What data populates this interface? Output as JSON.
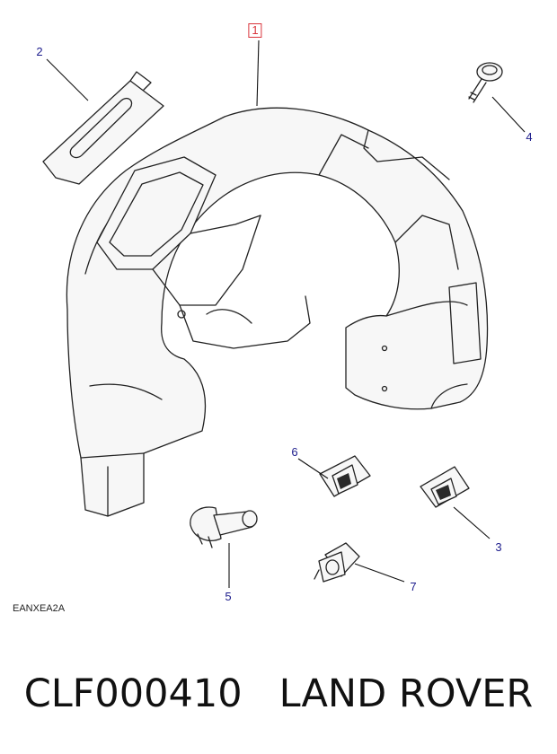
{
  "diagram": {
    "callouts": [
      {
        "id": "1",
        "label": "1",
        "highlighted": true
      },
      {
        "id": "2",
        "label": "2",
        "highlighted": false
      },
      {
        "id": "3",
        "label": "3",
        "highlighted": false
      },
      {
        "id": "4",
        "label": "4",
        "highlighted": false
      },
      {
        "id": "5",
        "label": "5",
        "highlighted": false
      },
      {
        "id": "6",
        "label": "6",
        "highlighted": false
      },
      {
        "id": "7",
        "label": "7",
        "highlighted": false
      }
    ],
    "ref_code": "EANXEA2A"
  },
  "caption": {
    "part_number": "CLF000410",
    "brand": "LAND ROVER"
  },
  "colors": {
    "callout_text": "#1c1c8c",
    "highlight_box": "#d9353c",
    "line_art": "#222222"
  }
}
